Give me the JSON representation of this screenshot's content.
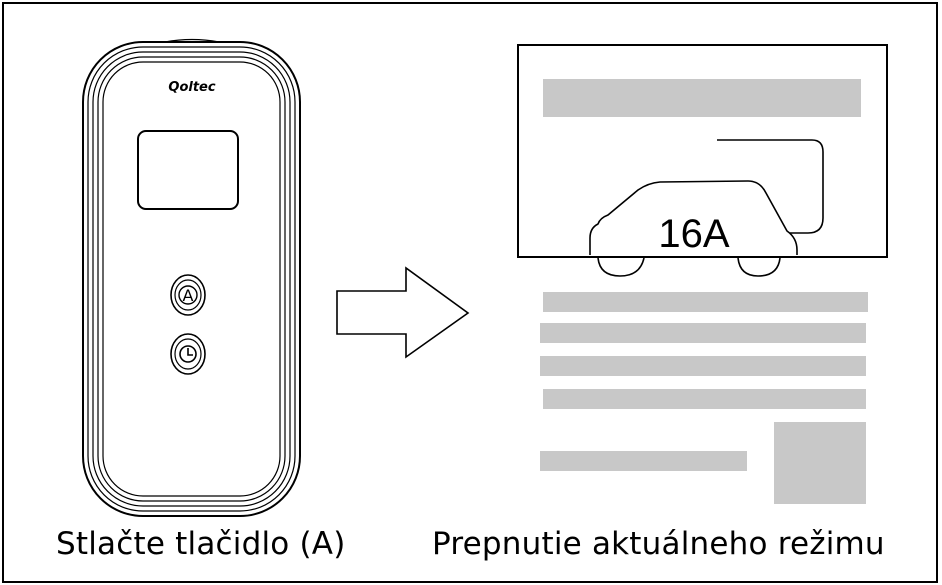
{
  "device": {
    "brand": "Qoltec",
    "button_a_label": "A",
    "timer_icon": "clock-icon"
  },
  "arrow_icon": "right-arrow-icon",
  "display": {
    "current_value": "16A",
    "vehicle_icon": "car-icon",
    "fill_color": "#c8c8c8"
  },
  "captions": {
    "left": "Stlačte tlačidlo (A)",
    "right": "Prepnutie aktuálneho režimu"
  }
}
